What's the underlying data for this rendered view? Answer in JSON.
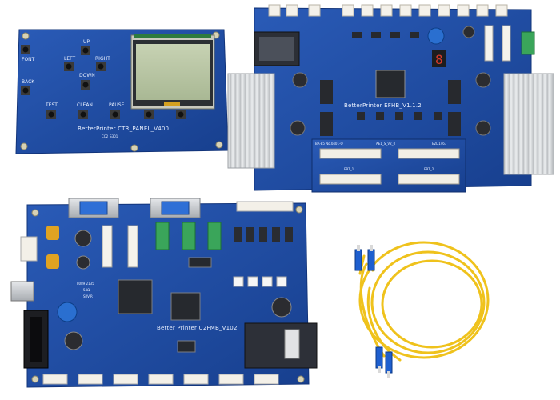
{
  "ctr_panel": {
    "title": "BetterPrinter CTR_PANEL_V400",
    "code": "CC2_S301",
    "buttons": [
      "FONT",
      "BACK",
      "LEFT",
      "UP",
      "RIGHT",
      "DOWN",
      "TEST",
      "CLEAN",
      "PAUSE"
    ]
  },
  "efhb_board": {
    "title": "BetterPrinter EFHB_V1.1.2",
    "adapter_title": "AE1_S_V2_0",
    "adapter_left": "EBT_1",
    "adapter_right": "EBT_2",
    "adapter_code": "E2D1467",
    "adapter_header": "BA-E5 No.0401-O",
    "led_digit": "8"
  },
  "u2fmb_board": {
    "title": "Better Printer U2FMB_V102",
    "chip_label": "8089 2135",
    "chip_label_2": "54Ω",
    "chip_label_3": "SRV-R"
  },
  "cable": {
    "description_name": "fiber-optic-cable"
  },
  "colors": {
    "pcb_blue": "#1f4fa6",
    "pcb_dark": "#163c86",
    "cable_yellow": "#f2c21a",
    "connector_blue": "#1d64c9",
    "heatsink": "#d7d9db",
    "lcd": "#b9c7a6"
  }
}
